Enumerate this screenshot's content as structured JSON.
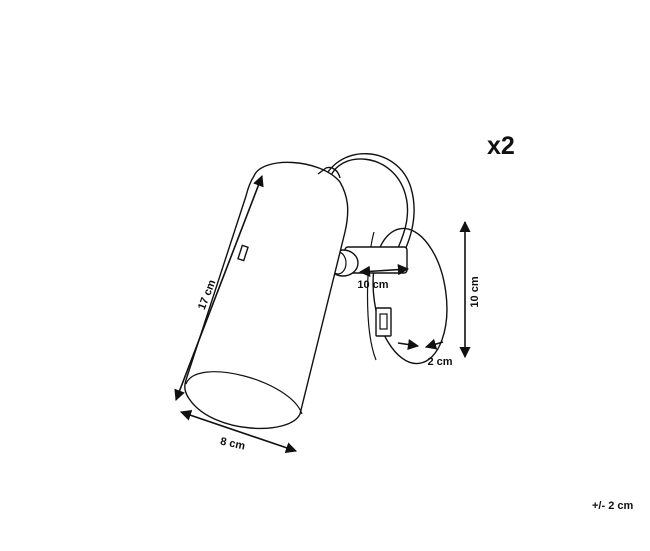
{
  "quantity_label": "x2",
  "tolerance_label": "+/- 2 cm",
  "dimensions": {
    "height": "17 cm",
    "width": "8 cm",
    "arm": "10 cm",
    "plate": "10 cm",
    "depth": "2 cm"
  }
}
